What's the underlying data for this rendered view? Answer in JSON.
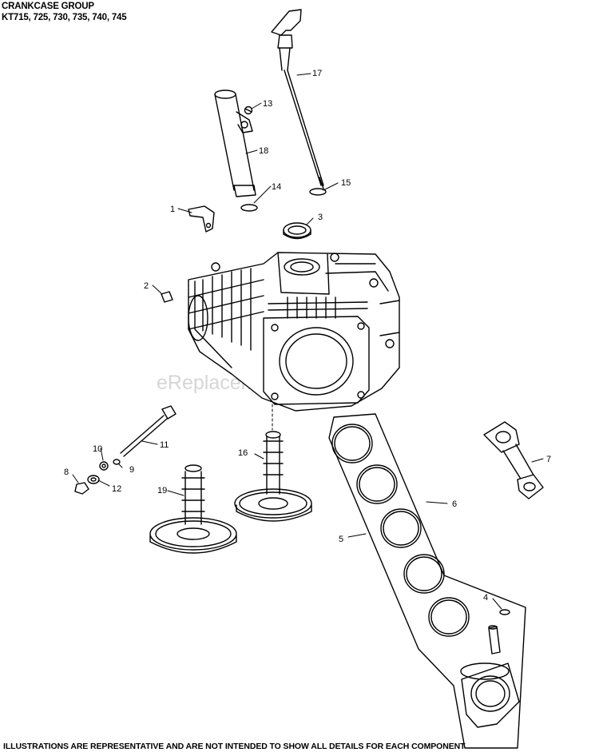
{
  "header": {
    "title": "CRANKCASE GROUP",
    "models": "KT715, 725, 730, 735, 740, 745"
  },
  "watermark": "eReplacementParts.com",
  "footer": "ILLUSTRATIONS ARE REPRESENTATIVE AND ARE NOT INTENDED TO SHOW ALL DETAILS FOR EACH COMPONENT",
  "callouts": [
    "1",
    "2",
    "3",
    "4",
    "5",
    "6",
    "7",
    "8",
    "9",
    "10",
    "11",
    "12",
    "13",
    "14",
    "15",
    "16",
    "17",
    "18",
    "19"
  ],
  "colors": {
    "line": "#000000",
    "watermark": "#d6d6d6",
    "shade": "#e8e8e8"
  }
}
